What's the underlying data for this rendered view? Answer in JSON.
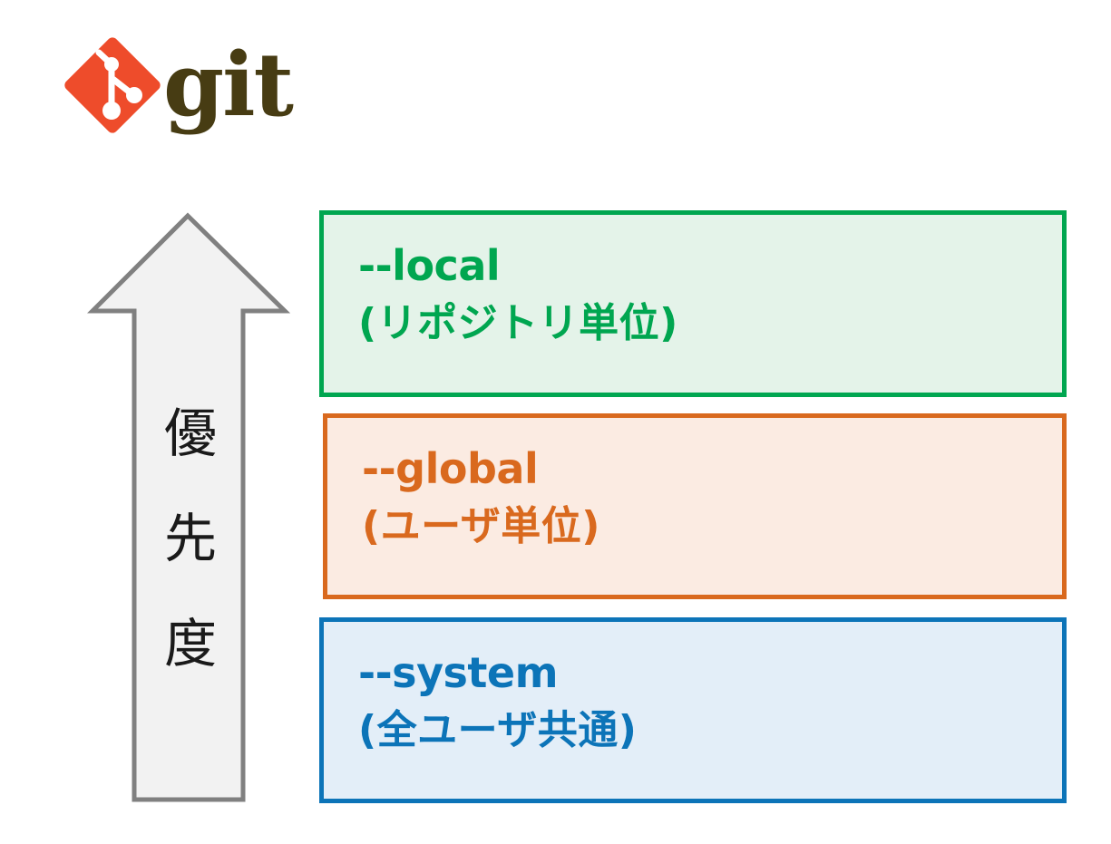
{
  "logo": {
    "mark_name": "git-diamond-logo",
    "wordmark": "git",
    "diamond_color": "#EE4C2B",
    "wordmark_color": "#473C13"
  },
  "arrow": {
    "name": "priority-arrow",
    "direction": "up",
    "fill_color": "#F2F2F2",
    "border_color": "#808080",
    "label_text": "優先度",
    "label_chars": [
      "優",
      "先",
      "度"
    ],
    "label_color": "#1a1a1a"
  },
  "scopes": [
    {
      "id": "local",
      "flag": "--local",
      "description": "(リポジトリ単位)",
      "border_color": "#00A650",
      "fill_color": "#E4F3E9",
      "text_color": "#00A650"
    },
    {
      "id": "global",
      "flag": "--global",
      "description": "(ユーザ単位)",
      "border_color": "#D9691E",
      "fill_color": "#FBEBE2",
      "text_color": "#D9691E"
    },
    {
      "id": "system",
      "flag": "--system",
      "description": "(全ユーザ共通)",
      "border_color": "#0C74B8",
      "fill_color": "#E3EEF8",
      "text_color": "#0C74B8"
    }
  ]
}
